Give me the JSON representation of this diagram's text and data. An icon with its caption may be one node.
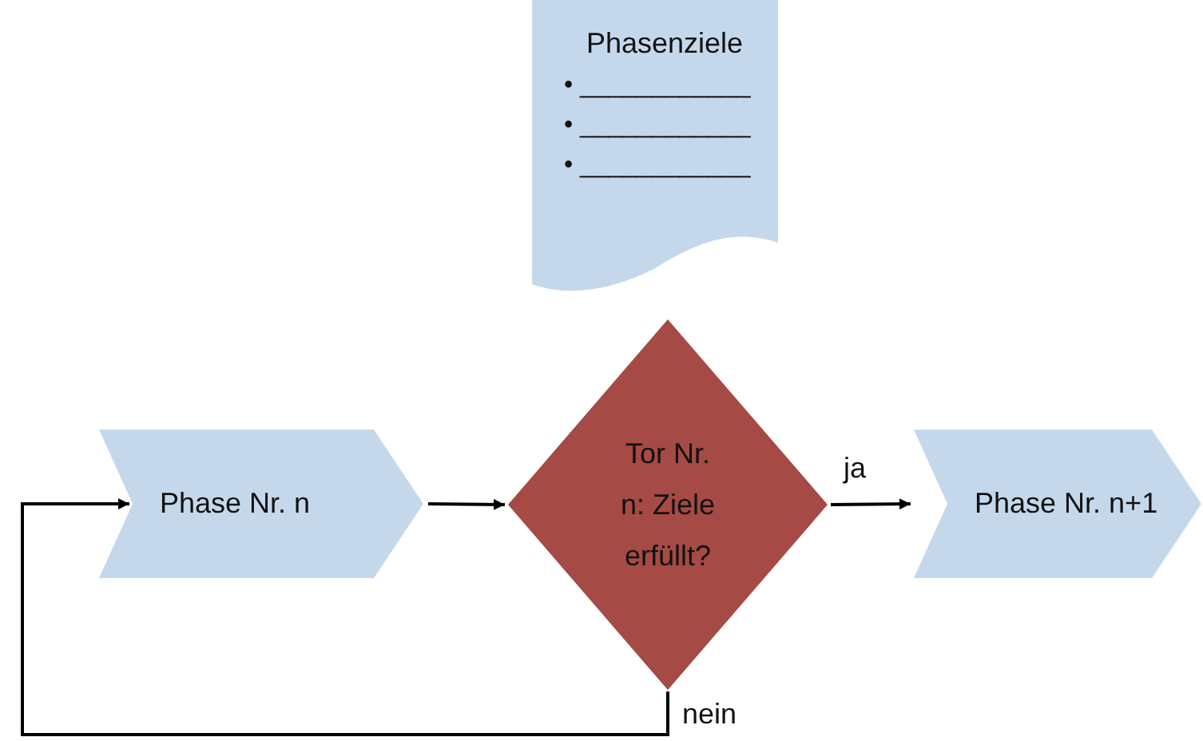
{
  "diagram": {
    "nodes": [
      {
        "text": [
          "Phasenziele",
          "• ____________",
          "• ____________",
          "• ____________"
        ]
      },
      {
        "text": [
          "Phase Nr. n"
        ]
      },
      {
        "text": [
          "Tor Nr. n: Ziele erfüllt?"
        ]
      },
      {
        "text": [
          "Phase Nr. n+1"
        ]
      }
    ],
    "edges": [
      {
        "from": 1,
        "to": 2,
        "arrow": "to"
      },
      {
        "from": 2,
        "to": 3,
        "arrow": "to",
        "label": "ja"
      },
      {
        "from": 2,
        "to": 1,
        "arrow": "to",
        "label": "nein"
      }
    ]
  }
}
